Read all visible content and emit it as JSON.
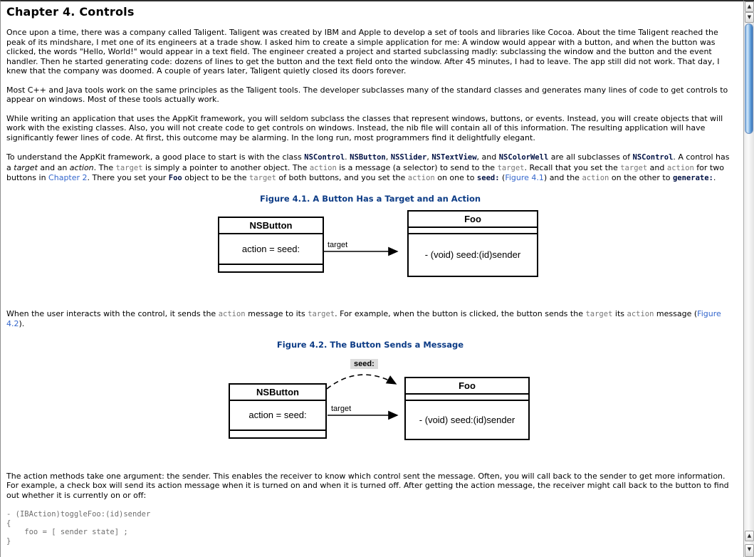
{
  "page_title": "Chapter 4. Controls",
  "paragraphs": [
    {
      "segments": [
        {
          "style": "plain",
          "text": "Once upon a time, there was a company called Taligent. Taligent was created by IBM and Apple to develop a set of tools and libraries like Cocoa. About the time Taligent reached the peak of its mindshare, I met one of its engineers at a trade show. I asked him to create a simple application for me: A window would appear with a button, and when the button was clicked, the words \"Hello, World!\" would appear in a text field. The engineer created a project and started subclassing madly: subclassing the window and the button and the event handler. Then he started generating code: dozens of lines to get the button and the text field onto the window. After 45 minutes, I had to leave. The app still did not work. That day, I knew that the company was doomed. A couple of years later, Taligent quietly closed its doors forever."
        }
      ]
    },
    {
      "segments": [
        {
          "style": "plain",
          "text": "Most C++ and Java tools work on the same principles as the Taligent tools. The developer subclasses many of the standard classes and generates many lines of code to get controls to appear on windows. Most of these tools actually work."
        }
      ]
    },
    {
      "segments": [
        {
          "style": "plain",
          "text": "While writing an application that uses the AppKit framework, you will seldom subclass the classes that represent windows, buttons, or events. Instead, you will create objects that will work with the existing classes. Also, you will not create code to get controls on windows. Instead, the nib file will contain all of this information. The resulting application will have significantly fewer lines of code. At first, this outcome may be alarming. In the long run, most programmers find it delightfully elegant."
        }
      ]
    },
    {
      "segments": [
        {
          "style": "plain",
          "text": "To understand the AppKit framework, a good place to start is with the class "
        },
        {
          "style": "codebold",
          "text": "NSControl"
        },
        {
          "style": "plain",
          "text": ". "
        },
        {
          "style": "codebold",
          "text": "NSButton"
        },
        {
          "style": "plain",
          "text": ", "
        },
        {
          "style": "codebold",
          "text": "NSSlider"
        },
        {
          "style": "plain",
          "text": ", "
        },
        {
          "style": "codebold",
          "text": "NSTextView"
        },
        {
          "style": "plain",
          "text": ", and "
        },
        {
          "style": "codebold",
          "text": "NSColorWell"
        },
        {
          "style": "plain",
          "text": " are all subclasses of "
        },
        {
          "style": "codebold",
          "text": "NSControl"
        },
        {
          "style": "plain",
          "text": ". A control has a "
        },
        {
          "style": "italic",
          "text": "target"
        },
        {
          "style": "plain",
          "text": " and an "
        },
        {
          "style": "italic",
          "text": "action"
        },
        {
          "style": "plain",
          "text": ". The "
        },
        {
          "style": "code",
          "text": "target"
        },
        {
          "style": "plain",
          "text": " is simply a pointer to another object. The "
        },
        {
          "style": "code",
          "text": "action"
        },
        {
          "style": "plain",
          "text": " is a message (a selector) to send to the "
        },
        {
          "style": "code",
          "text": "target"
        },
        {
          "style": "plain",
          "text": ". Recall that you set the "
        },
        {
          "style": "code",
          "text": "target"
        },
        {
          "style": "plain",
          "text": " and "
        },
        {
          "style": "code",
          "text": "action"
        },
        {
          "style": "plain",
          "text": " for two buttons in "
        },
        {
          "style": "link",
          "text": "Chapter 2"
        },
        {
          "style": "plain",
          "text": ". There you set your "
        },
        {
          "style": "codebold",
          "text": "Foo"
        },
        {
          "style": "plain",
          "text": " object to be the "
        },
        {
          "style": "code",
          "text": "target"
        },
        {
          "style": "plain",
          "text": " of both buttons, and you set the "
        },
        {
          "style": "code",
          "text": "action"
        },
        {
          "style": "plain",
          "text": " on one to "
        },
        {
          "style": "codebold",
          "text": "seed:"
        },
        {
          "style": "plain",
          "text": " ("
        },
        {
          "style": "link",
          "text": "Figure 4.1"
        },
        {
          "style": "plain",
          "text": ") and the "
        },
        {
          "style": "code",
          "text": "action"
        },
        {
          "style": "plain",
          "text": " on the other to "
        },
        {
          "style": "codebold",
          "text": "generate:"
        },
        {
          "style": "plain",
          "text": "."
        }
      ]
    },
    {
      "segments": [
        {
          "style": "plain",
          "text": "When the user interacts with the control, it sends the "
        },
        {
          "style": "code",
          "text": "action"
        },
        {
          "style": "plain",
          "text": " message to its "
        },
        {
          "style": "code",
          "text": "target"
        },
        {
          "style": "plain",
          "text": ". For example, when the button is clicked, the button sends the "
        },
        {
          "style": "code",
          "text": "target"
        },
        {
          "style": "plain",
          "text": " its "
        },
        {
          "style": "code",
          "text": "action"
        },
        {
          "style": "plain",
          "text": " message ("
        },
        {
          "style": "link",
          "text": "Figure 4.2"
        },
        {
          "style": "plain",
          "text": ")."
        }
      ]
    },
    {
      "segments": [
        {
          "style": "plain",
          "text": "The action methods take one argument: the sender. This enables the receiver to know which control sent the message. Often, you will call back to the sender to get more information. For example, a check box will send its action message when it is turned on and when it is turned off. After getting the action message, the receiver might call back to the button to find out whether it is currently on or off:"
        }
      ]
    }
  ],
  "figures": [
    {
      "caption": "Figure 4.1. A Button Has a Target and an Action",
      "button_box": {
        "title": "NSButton",
        "attribute": "action = seed:"
      },
      "foo_box": {
        "title": "Foo",
        "method": "- (void) seed:(id)sender"
      },
      "target_label": "target"
    },
    {
      "caption": "Figure 4.2. The Button Sends a Message",
      "button_box": {
        "title": "NSButton",
        "attribute": "action = seed:"
      },
      "foo_box": {
        "title": "Foo",
        "method": "- (void) seed:(id)sender"
      },
      "target_label": "target",
      "message_label": "seed:"
    }
  ],
  "code_block": {
    "lines": [
      "- (IBAction)toggleFoo:(id)sender",
      "{",
      "    foo = [ sender state] ;",
      "}"
    ]
  },
  "scrollbar": {
    "up_arrow": "▲",
    "down_arrow": "▼"
  },
  "colors": {
    "link": "#3366cc",
    "code_gray": "#757575",
    "code_navy": "#001144",
    "caption_navy": "#0d3c86",
    "thumb_blue": "#5b9bd8"
  }
}
